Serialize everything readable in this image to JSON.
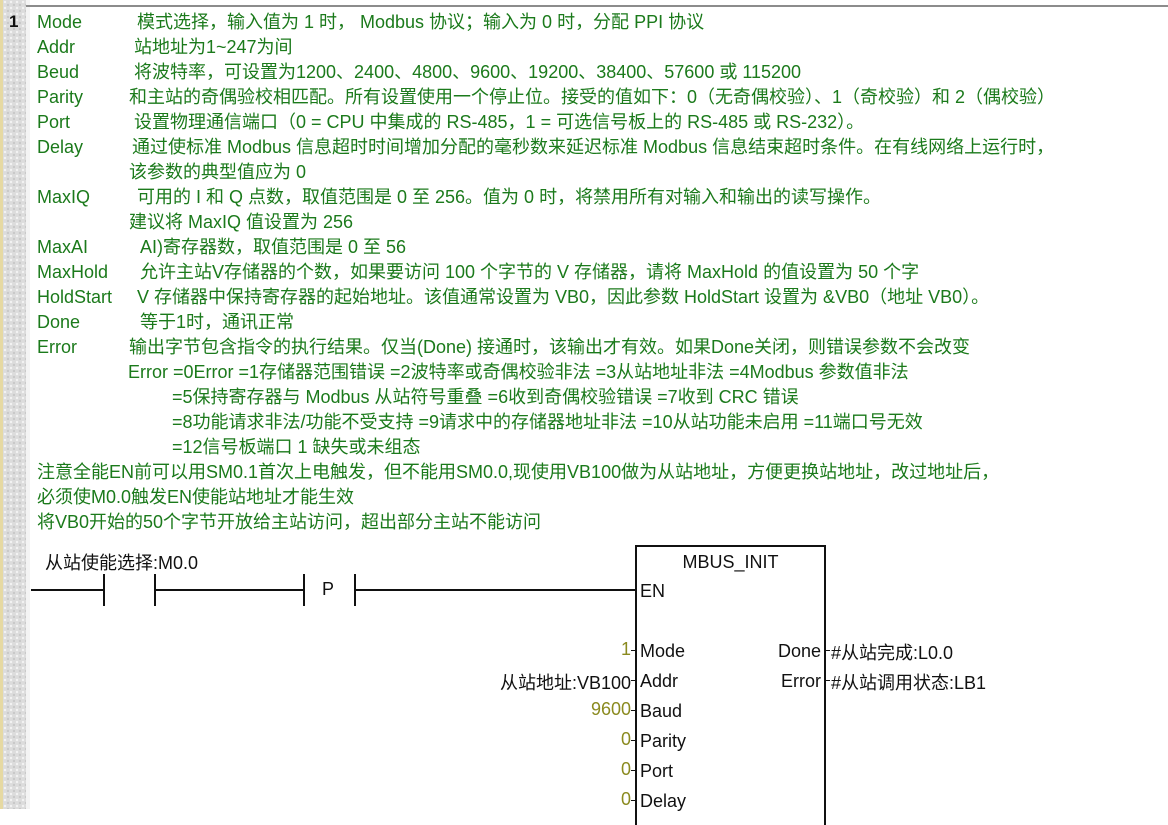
{
  "network": {
    "number": "1",
    "comment": {
      "params": [
        {
          "name": "Mode",
          "desc": "模式选择，输入值为 1 时， Modbus 协议；输入为 0 时，分配 PPI 协议"
        },
        {
          "name": "Addr",
          "desc": "站地址为1~247为间"
        },
        {
          "name": "Beud",
          "desc": "将波特率，可设置为1200、2400、4800、9600、19200、38400、57600 或 115200"
        },
        {
          "name": "Parity",
          "desc": "和主站的奇偶验校相匹配。所有设置使用一个停止位。接受的值如下：0（无奇偶校验）、1（奇校验）和 2（偶校验）"
        },
        {
          "name": "Port",
          "desc": "设置物理通信端口（0 = CPU 中集成的 RS-485，1 = 可选信号板上的 RS-485 或 RS-232）。"
        },
        {
          "name": "Delay",
          "desc": "通过使标准 Modbus 信息超时时间增加分配的毫秒数来延迟标准 Modbus 信息结束超时条件。在有线网络上运行时，",
          "desc2": "该参数的典型值应为 0"
        },
        {
          "name": "MaxIQ",
          "desc": "可用的 I 和 Q 点数，取值范围是 0 至 256。值为 0 时，将禁用所有对输入和输出的读写操作。",
          "desc2": "建议将 MaxIQ 值设置为 256"
        },
        {
          "name": "MaxAI",
          "desc": "AI)寄存器数，取值范围是 0 至 56"
        },
        {
          "name": "MaxHold",
          "desc": "允许主站V存储器的个数，如果要访问 100 个字节的 V 存储器，请将 MaxHold 的值设置为 50 个字"
        },
        {
          "name": "HoldStart",
          "desc": "V 存储器中保持寄存器的起始地址。该值通常设置为 VB0，因此参数 HoldStart 设置为 &VB0（地址 VB0）。"
        },
        {
          "name": "Done",
          "desc": "等于1时，通讯正常"
        },
        {
          "name": "Error",
          "desc": "输出字节包含指令的执行结果。仅当(Done) 接通时，该输出才有效。如果Done关闭，则错误参数不会改变"
        }
      ],
      "error_codes": [
        "Error =0Error    =1存储器范围错误    =2波特率或奇偶校验非法    =3从站地址非法    =4Modbus 参数值非法",
        "=5保持寄存器与 Modbus 从站符号重叠 =6收到奇偶校验错误    =7收到 CRC 错误",
        "=8功能请求非法/功能不受支持    =9请求中的存储器地址非法    =10从站功能未启用    =11端口号无效",
        "=12信号板端口 1 缺失或未组态"
      ],
      "notes": [
        "注意全能EN前可以用SM0.1首次上电触发，但不能用SM0.0,现使用VB100做为从站地址，方便更换站地址，改过地址后，",
        "必须使M0.0触发EN使能站地址才能生效",
        "将VB0开始的50个字节开放给主站访问，超出部分主站不能访问"
      ]
    },
    "ladder": {
      "contact_label": "从站使能选择:M0.0",
      "edge_label": "P",
      "block": {
        "title": "MBUS_INIT",
        "en": "EN",
        "inputs": [
          {
            "pin": "Mode",
            "value": "1",
            "is_const": true
          },
          {
            "pin": "Addr",
            "value": "从站地址:VB100",
            "is_const": false
          },
          {
            "pin": "Baud",
            "value": "9600",
            "is_const": true
          },
          {
            "pin": "Parity",
            "value": "0",
            "is_const": true
          },
          {
            "pin": "Port",
            "value": "0",
            "is_const": true
          },
          {
            "pin": "Delay",
            "value": "0",
            "is_const": true
          }
        ],
        "outputs": [
          {
            "pin": "Done",
            "value": "#从站完成:L0.0"
          },
          {
            "pin": "Error",
            "value": "#从站调用状态:LB1"
          }
        ]
      }
    }
  },
  "colors": {
    "comment_text": "#1b7a1b",
    "constant_value": "#8a8a1f",
    "ladder_line": "#111111"
  }
}
